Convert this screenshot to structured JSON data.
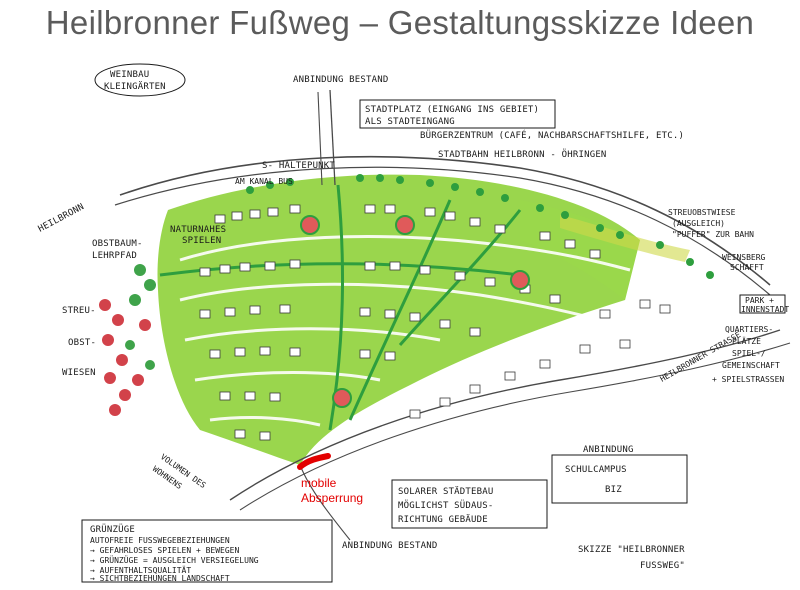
{
  "title": "Heilbronner Fußweg – Gestaltungsskizze Ideen",
  "labels": {
    "weinbau": [
      "WEINBAU",
      "KLEINGÄRTEN"
    ],
    "anbindung_top": "ANBINDUNG BESTAND",
    "stadtplatz": [
      "STADTPLATZ (EINGANG INS GEBIET)",
      "ALS STADTEINGANG"
    ],
    "buergerzentrum": "BÜRGERZENTRUM (CAFÉ, NACHBARSCHAFTSHILFE, ETC.)",
    "stadtbahn": "STADTBAHN HEILBRONN - ÖHRINGEN",
    "haltepunkt": "S- HALTEPUNKT",
    "am_kanal_bus": "AM KANAL BUS",
    "heilbronn": "HEILBRONN",
    "naturnahes": [
      "NATURNAHES",
      "SPIELEN"
    ],
    "obstbaum": [
      "OBSTBAUM-",
      "LEHRPFAD"
    ],
    "streuobst": [
      "STREU-",
      "OBST-",
      "WIESEN"
    ],
    "streuobstwiese": [
      "STREUOBSTWIESE",
      "(AUSGLEICH)",
      "\"PUFFER\" ZUR BAHN"
    ],
    "weinsberg": [
      "WEINSBERG",
      "SCHAFFT"
    ],
    "park": [
      "PARK +",
      "INNENSTADT"
    ],
    "quartier": [
      "QUARTIERS-",
      "PLÄTZE",
      "SPIEL-/",
      "GEMEINSCHAFT",
      "+ SPIELSTRASSEN"
    ],
    "heilbronner_strasse": "HEILBRONNER STRASSE",
    "anbindung_right": "ANBINDUNG",
    "schulcampus": [
      "SCHULCAMPUS",
      "BIZ"
    ],
    "solarer": [
      "SOLARER STÄDTEBAU",
      "MÖGLICHST SÜDAUS-",
      "RICHTUNG GEBÄUDE"
    ],
    "volumen": [
      "VOLUMEN DES",
      "WOHNENS"
    ],
    "mobile": [
      "mobile",
      "Absperrung"
    ],
    "gruenzuege": [
      "GRÜNZÜGE",
      "AUTOFREIE FUSSWEGEBEZIEHUNGEN",
      "→ GEFAHRLOSES SPIELEN + BEWEGEN",
      "→ GRÜNZÜGE = AUSGLEICH VERSIEGELUNG",
      "→ AUFENTHALTSQUALITÄT",
      "→ SICHTBEZIEHUNGEN LANDSCHAFT"
    ],
    "anbindung_bottom": "ANBINDUNG BESTAND",
    "skizze": [
      "SKIZZE \"HEILBRONNER",
      "FUSSWEG\""
    ]
  },
  "colors": {
    "green_area": "#8fd13a",
    "green_dark": "#2e9e3e",
    "street_line": "#4a4a4a",
    "red_mark": "#e30000",
    "tree_red": "#d2424a",
    "title_gray": "#5b5b5b"
  }
}
